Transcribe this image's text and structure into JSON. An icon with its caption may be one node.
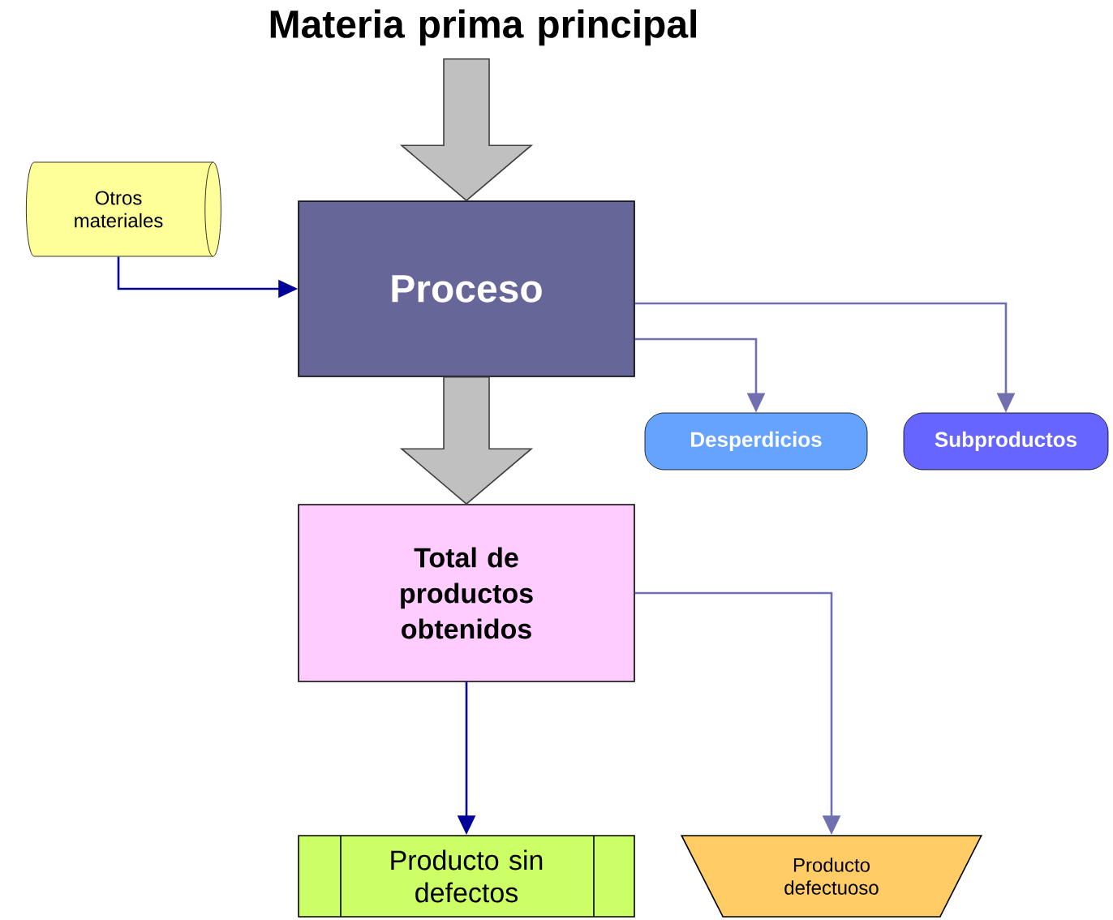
{
  "diagram": {
    "nodes": [
      {
        "text": [
          "Materia prima principal"
        ]
      },
      {
        "text": [
          "Otros materiales"
        ]
      },
      {
        "text": [
          "Proceso"
        ]
      },
      {
        "text": [
          "Desperdicios"
        ]
      },
      {
        "text": [
          "Subproductos"
        ]
      },
      {
        "text": [
          "Total de productos obtenidos"
        ]
      },
      {
        "text": [
          "Producto sin defectos"
        ]
      },
      {
        "text": [
          "Producto defectuoso"
        ]
      }
    ],
    "edges": [
      {
        "from": 0,
        "to": 2,
        "arrow": "to",
        "style": "thick",
        "color": "#c0c0c0"
      },
      {
        "from": 1,
        "to": 2,
        "arrow": "to",
        "color": "#000099"
      },
      {
        "from": 2,
        "to": 3,
        "arrow": "to"
      },
      {
        "from": 2,
        "to": 4,
        "arrow": "to"
      },
      {
        "from": 2,
        "to": 5,
        "arrow": "to",
        "style": "thick",
        "color": "#c0c0c0"
      },
      {
        "from": 5,
        "to": 6,
        "arrow": "to",
        "color": "#000099"
      },
      {
        "from": 5,
        "to": 7,
        "arrow": "to"
      }
    ]
  }
}
